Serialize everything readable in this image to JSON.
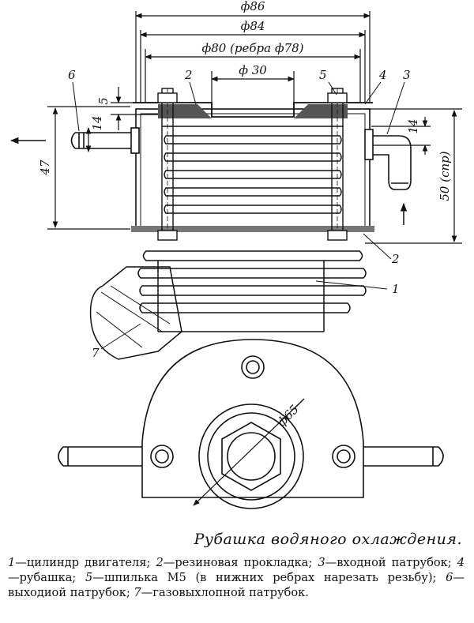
{
  "dimensions": {
    "d86": "ф86",
    "d84": "ф84",
    "d80": "ф80 (ребра ф78)",
    "d30": "ф 30",
    "d65": "ф65",
    "h5": "5",
    "h14_left": "14",
    "h14_right": "14",
    "h47": "47",
    "h50": "50 (спр)"
  },
  "callouts": [
    "1",
    "2",
    "3",
    "4",
    "5",
    "6",
    "7",
    "2"
  ],
  "caption": {
    "title": "Рубашка водяного охлаждения.",
    "legend": [
      {
        "num": "1",
        "text": "цилиндр двигателя;"
      },
      {
        "num": "2",
        "text": "резиновая прокладка;"
      },
      {
        "num": "3",
        "text": "входной патрубок;"
      },
      {
        "num": "4",
        "text": "рубашка;"
      },
      {
        "num": "5",
        "text": "шпилька М5 (в нижних ребрах нарезать резьбу);"
      },
      {
        "num": "6",
        "text": "выходиой патрубок;"
      },
      {
        "num": "7",
        "text": "газовыхлопной патрубок."
      }
    ]
  }
}
